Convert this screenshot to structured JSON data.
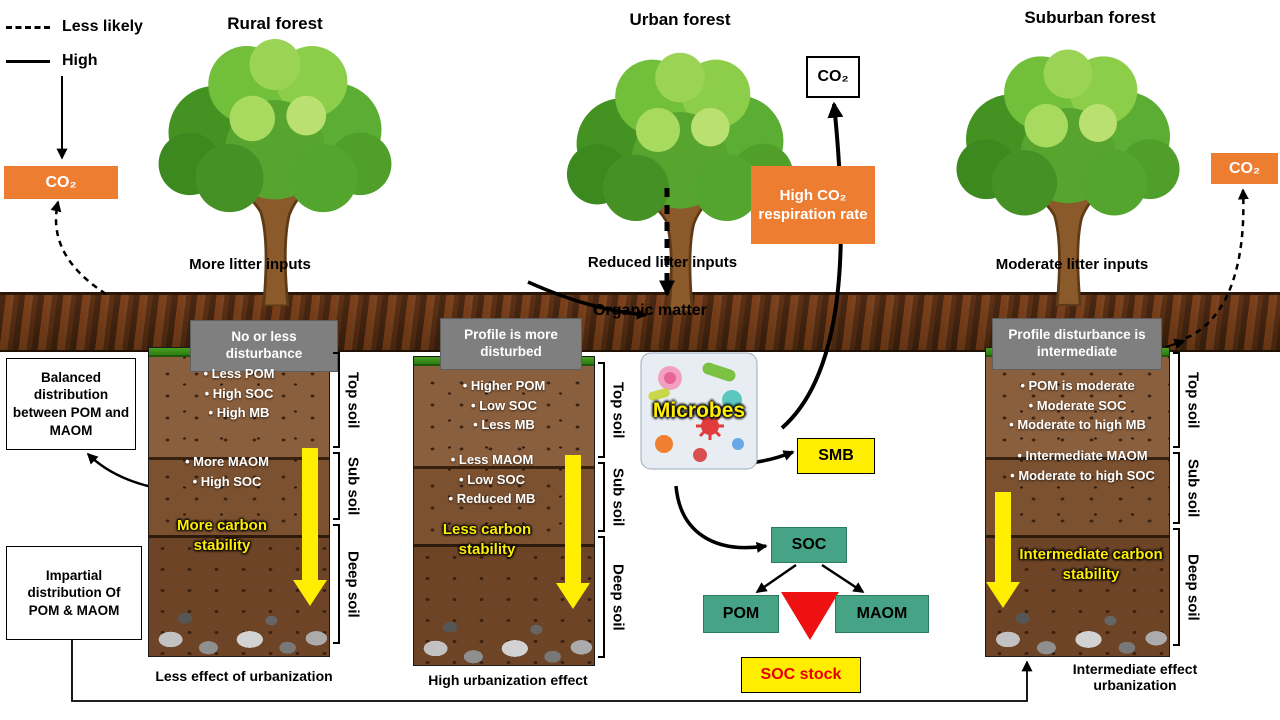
{
  "legend": {
    "dashed": "Less likely",
    "solid": "High"
  },
  "titles": {
    "rural": "Rural forest",
    "urban": "Urban forest",
    "suburban": "Suburban forest"
  },
  "litter": {
    "rural": "More litter inputs",
    "urban": "Reduced litter inputs",
    "suburban": "Moderate litter inputs"
  },
  "co2": {
    "left": "CO₂",
    "top": "CO₂",
    "right": "CO₂",
    "respiration": "High CO₂ respiration rate"
  },
  "organic_matter": "Organic matter",
  "soil_labels": {
    "top": "Top soil",
    "sub": "Sub soil",
    "deep": "Deep soil"
  },
  "rural": {
    "header": "No or less disturbance",
    "top_bullets": [
      "Less POM",
      "High SOC",
      "High MB"
    ],
    "sub_bullets": [
      "More MAOM",
      "High SOC"
    ],
    "stability": "More carbon stability",
    "caption": "Less effect of urbanization"
  },
  "urban": {
    "header": "Profile is more disturbed",
    "top_bullets": [
      "Higher POM",
      "Low SOC",
      "Less MB"
    ],
    "sub_bullets": [
      "Less MAOM",
      "Low SOC",
      "Reduced MB"
    ],
    "stability": "Less carbon stability",
    "caption": "High urbanization effect"
  },
  "suburban": {
    "header": "Profile disturbance is intermediate",
    "top_bullets": [
      "POM is moderate",
      "Moderate SOC",
      "Moderate to high MB"
    ],
    "sub_bullets": [
      "Intermediate MAOM",
      "Moderate to high SOC"
    ],
    "stability": "Intermediate carbon stability",
    "caption": "Intermediate effect urbanization"
  },
  "side_boxes": {
    "balanced": "Balanced distribution between POM and MAOM",
    "impartial": "Impartial distribution Of POM & MAOM"
  },
  "flow": {
    "microbes": "Microbes",
    "smb": "SMB",
    "soc": "SOC",
    "pom": "POM",
    "maom": "MAOM",
    "soc_stock": "SOC stock"
  },
  "colors": {
    "orange": "#ED7D31",
    "yellow": "#FFEE00",
    "teal": "#46A386",
    "gray_box": "#7F7F7F",
    "red_triangle": "#EE1111"
  }
}
